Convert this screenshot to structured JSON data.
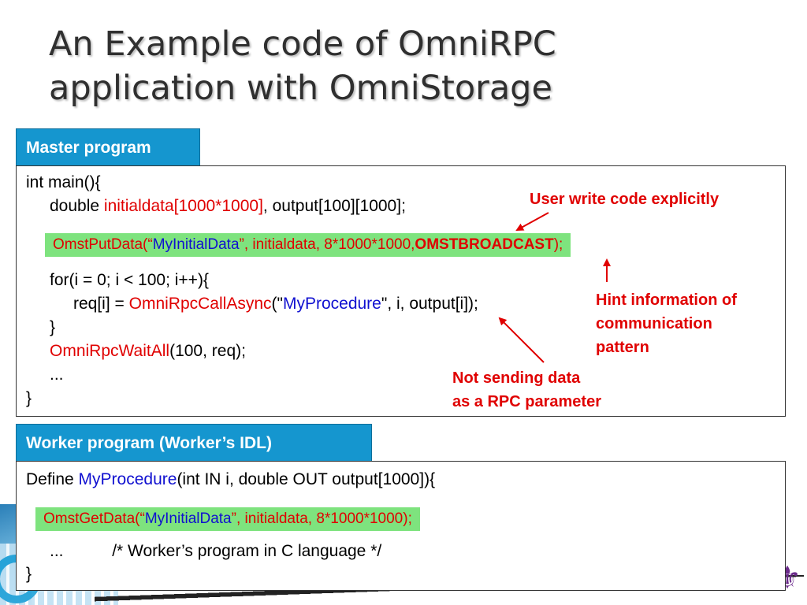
{
  "slide": {
    "title_line1": "An Example code of OmniRPC",
    "title_line2": "application  with OmniStorage"
  },
  "master": {
    "tab_label": "Master program",
    "line1": "int main(){",
    "line2_a": "double ",
    "line2_b": "initialdata[1000*1000]",
    "line2_c": ", output[100][1000];",
    "put_a": "OmstPutData(“",
    "put_b": "MyInitialData",
    "put_c": "”, initialdata, 8*1000*1000,",
    "put_d": "OMSTBROADCAST",
    "put_e": ");",
    "for_line": "for(i = 0; i < 100; i++){",
    "req_a": "req[i] = ",
    "req_b": "OmniRpcCallAsync",
    "req_c": "(\"",
    "req_d": "MyProcedure",
    "req_e": "\", i, output[i]);",
    "close_inner": "}",
    "wait_a": "OmniRpcWaitAll",
    "wait_b": "(100, req);",
    "ellipsis": "...",
    "close_outer": "}"
  },
  "worker": {
    "tab_label": "Worker program (Worker’s IDL)",
    "def_a": "Define ",
    "def_b": "MyProcedure",
    "def_c": "(int IN i, double OUT output[1000]){",
    "get_a": "OmstGetData(“",
    "get_b": "MyInitialData",
    "get_c": "”, initialdata, 8*1000*1000);",
    "body_a": "...",
    "body_b": "/* Worker’s program in C language */",
    "close": "}"
  },
  "annotations": {
    "explicit": "User write code explicitly",
    "hint_1": "Hint information of",
    "hint_2": "communication",
    "hint_3": "pattern",
    "notsend_1": "Not sending data",
    "notsend_2": "as a RPC parameter"
  },
  "colors": {
    "tab_bg": "#1596cf",
    "highlight_green": "#7ee37e",
    "annotation_red": "#e00000",
    "identifier_blue": "#1010d0"
  }
}
